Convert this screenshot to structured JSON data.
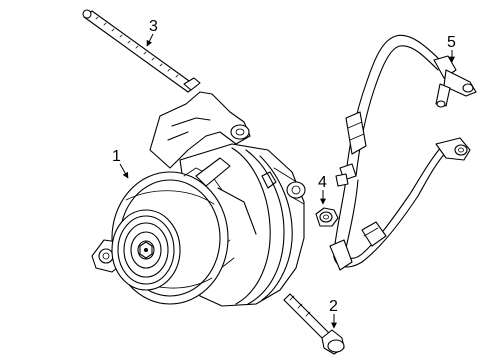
{
  "callouts": {
    "c1": "1",
    "c2": "2",
    "c3": "3",
    "c4": "4",
    "c5": "5"
  }
}
